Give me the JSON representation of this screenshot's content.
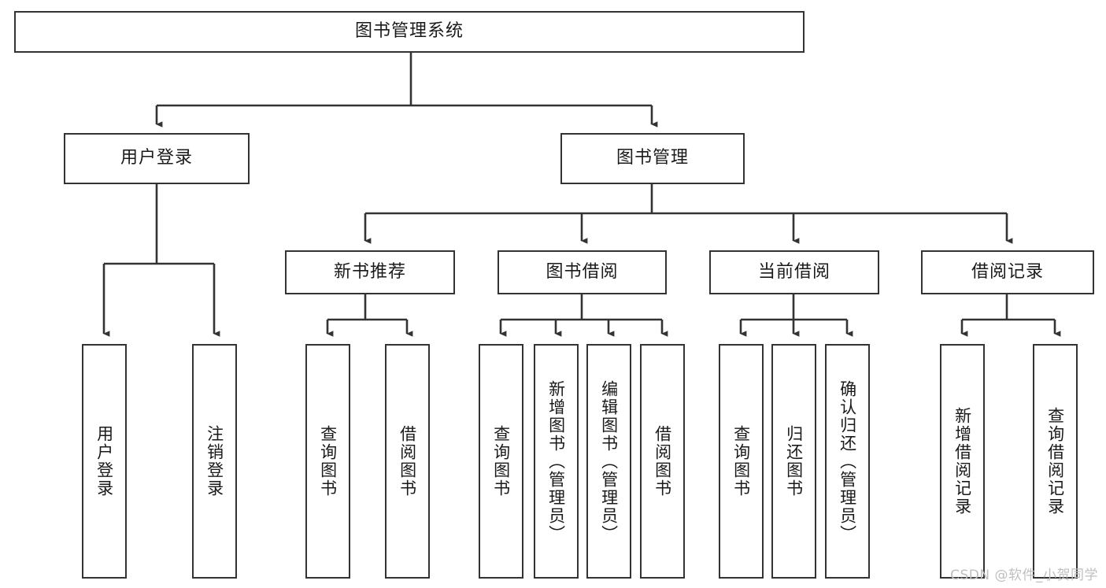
{
  "diagram": {
    "title": "图书管理系统",
    "type": "tree-hierarchy-diagram",
    "watermark": "CSDN @软件_小贺同学",
    "colors": {
      "background": "#ffffff",
      "box_border": "#333333",
      "box_fill": "#ffffff",
      "text": "#1a1a1a",
      "connector": "#333333",
      "watermark": "#bfbfbf"
    },
    "levels": {
      "root": {
        "label": "图书管理系统"
      },
      "level2": [
        {
          "id": "user-login",
          "label": "用户登录"
        },
        {
          "id": "book-management",
          "label": "图书管理"
        }
      ],
      "level3": [
        {
          "id": "new-book-recommend",
          "label": "新书推荐",
          "parent": "book-management"
        },
        {
          "id": "book-borrow",
          "label": "图书借阅",
          "parent": "book-management"
        },
        {
          "id": "current-borrow",
          "label": "当前借阅",
          "parent": "book-management"
        },
        {
          "id": "borrow-record",
          "label": "借阅记录",
          "parent": "book-management"
        }
      ],
      "leaves": [
        {
          "id": "leaf-user-login",
          "label": "用户登录",
          "parent": "user-login"
        },
        {
          "id": "leaf-user-logout",
          "label": "注销登录",
          "parent": "user-login"
        },
        {
          "id": "leaf-query-book-1",
          "label": "查询图书",
          "parent": "new-book-recommend"
        },
        {
          "id": "leaf-borrow-book-1",
          "label": "借阅图书",
          "parent": "new-book-recommend"
        },
        {
          "id": "leaf-query-book-2",
          "label": "查询图书",
          "parent": "book-borrow"
        },
        {
          "id": "leaf-add-book",
          "label": "新增图书（管理员）",
          "parent": "book-borrow"
        },
        {
          "id": "leaf-edit-book",
          "label": "编辑图书（管理员）",
          "parent": "book-borrow"
        },
        {
          "id": "leaf-borrow-book-2",
          "label": "借阅图书",
          "parent": "book-borrow"
        },
        {
          "id": "leaf-query-book-3",
          "label": "查询图书",
          "parent": "current-borrow"
        },
        {
          "id": "leaf-return-book",
          "label": "归还图书",
          "parent": "current-borrow"
        },
        {
          "id": "leaf-confirm-return",
          "label": "确认归还（管理员）",
          "parent": "current-borrow"
        },
        {
          "id": "leaf-add-record",
          "label": "新增借阅记录",
          "parent": "borrow-record"
        },
        {
          "id": "leaf-query-record",
          "label": "查询借阅记录",
          "parent": "borrow-record"
        }
      ]
    }
  }
}
